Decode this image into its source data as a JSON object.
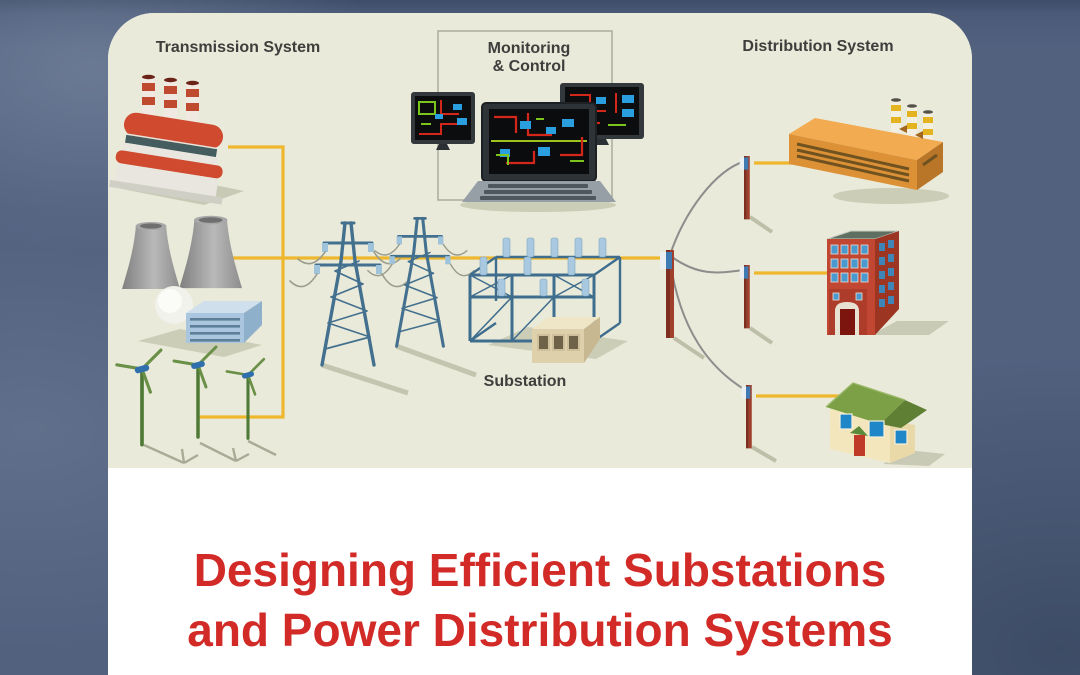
{
  "background": {
    "color": "#51617e"
  },
  "card": {
    "diagram_background": "#e9ead9",
    "panel_background": "#ffffff"
  },
  "diagram": {
    "labels": {
      "transmission_system": "Transmission System",
      "monitoring_line1": "Monitoring",
      "monitoring_line2": "& Control",
      "distribution_system": "Distribution System",
      "substation": "Substation"
    },
    "colors": {
      "power_line_yellow": "#eeb72e",
      "distribution_wire_gray": "#8d8d8d",
      "tower_steel_blue": "#44708f",
      "pole_maroon": "#8e3526",
      "insulator_blue": "#3f7ab2",
      "label_text": "#3e3e3c"
    },
    "icons": [
      "power-plant-icon",
      "cooling-towers-icon",
      "wind-turbines-icon",
      "transmission-towers-icon",
      "monitoring-computers-icon",
      "substation-icon",
      "distribution-pole-icon",
      "factory-icon",
      "office-building-icon",
      "house-icon"
    ]
  },
  "title": {
    "line1": "Designing Efficient Substations",
    "line2": "and Power Distribution Systems",
    "color": "#d22b27"
  }
}
